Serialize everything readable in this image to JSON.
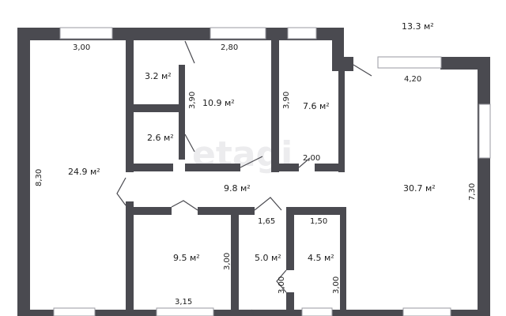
{
  "watermark": "etagi",
  "colors": {
    "wall": "#4a4a50",
    "window": "#ffffff",
    "text": "#1c1c1c"
  },
  "rooms": [
    {
      "id": "left",
      "area": "24.9 м²"
    },
    {
      "id": "small-top",
      "area": "3.2 м²"
    },
    {
      "id": "small-bottom",
      "area": "2.6 м²"
    },
    {
      "id": "middle",
      "area": "10.9 м²"
    },
    {
      "id": "right-small",
      "area": "7.6 м²"
    },
    {
      "id": "hall",
      "area": "9.8 м²"
    },
    {
      "id": "big",
      "area": "30.7 м²"
    },
    {
      "id": "bottom-left",
      "area": "9.5 м²"
    },
    {
      "id": "bath",
      "area": "5.0 м²"
    },
    {
      "id": "wc",
      "area": "4.5 м²"
    },
    {
      "id": "terrace",
      "area": "13.3 м²"
    }
  ],
  "dimensions": [
    "3,00",
    "2,80",
    "4,20",
    "8,30",
    "3,90",
    "3,90",
    "2,00",
    "7,30",
    "1,65",
    "1,50",
    "3,00",
    "3,00",
    "3,00",
    "3,15"
  ]
}
